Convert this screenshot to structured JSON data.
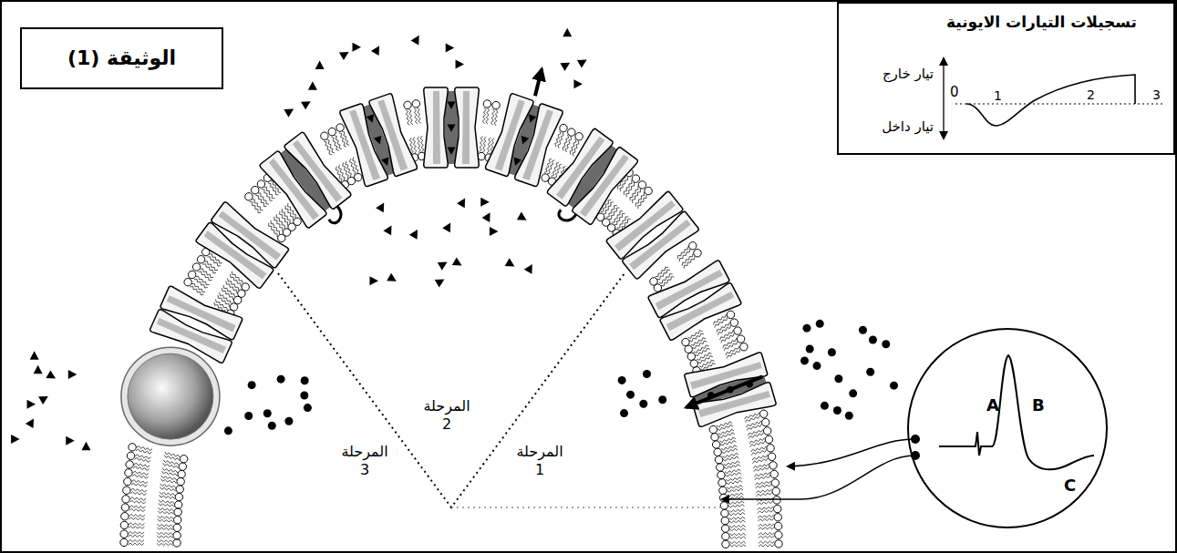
{
  "diagram": {
    "nodes": [
      {
        "text": [
          "الوثيقة (1)"
        ]
      },
      {
        "text": [
          "تسجيلات التيارات الايونية",
          "تيار خارج",
          "0",
          "تيار داخل",
          "1",
          "2",
          "3"
        ]
      },
      {
        "text": [
          "A",
          "B",
          "C"
        ]
      }
    ],
    "labels": [
      "المرحلة 2",
      "المرحلة 3",
      "المرحلة 1"
    ]
  }
}
